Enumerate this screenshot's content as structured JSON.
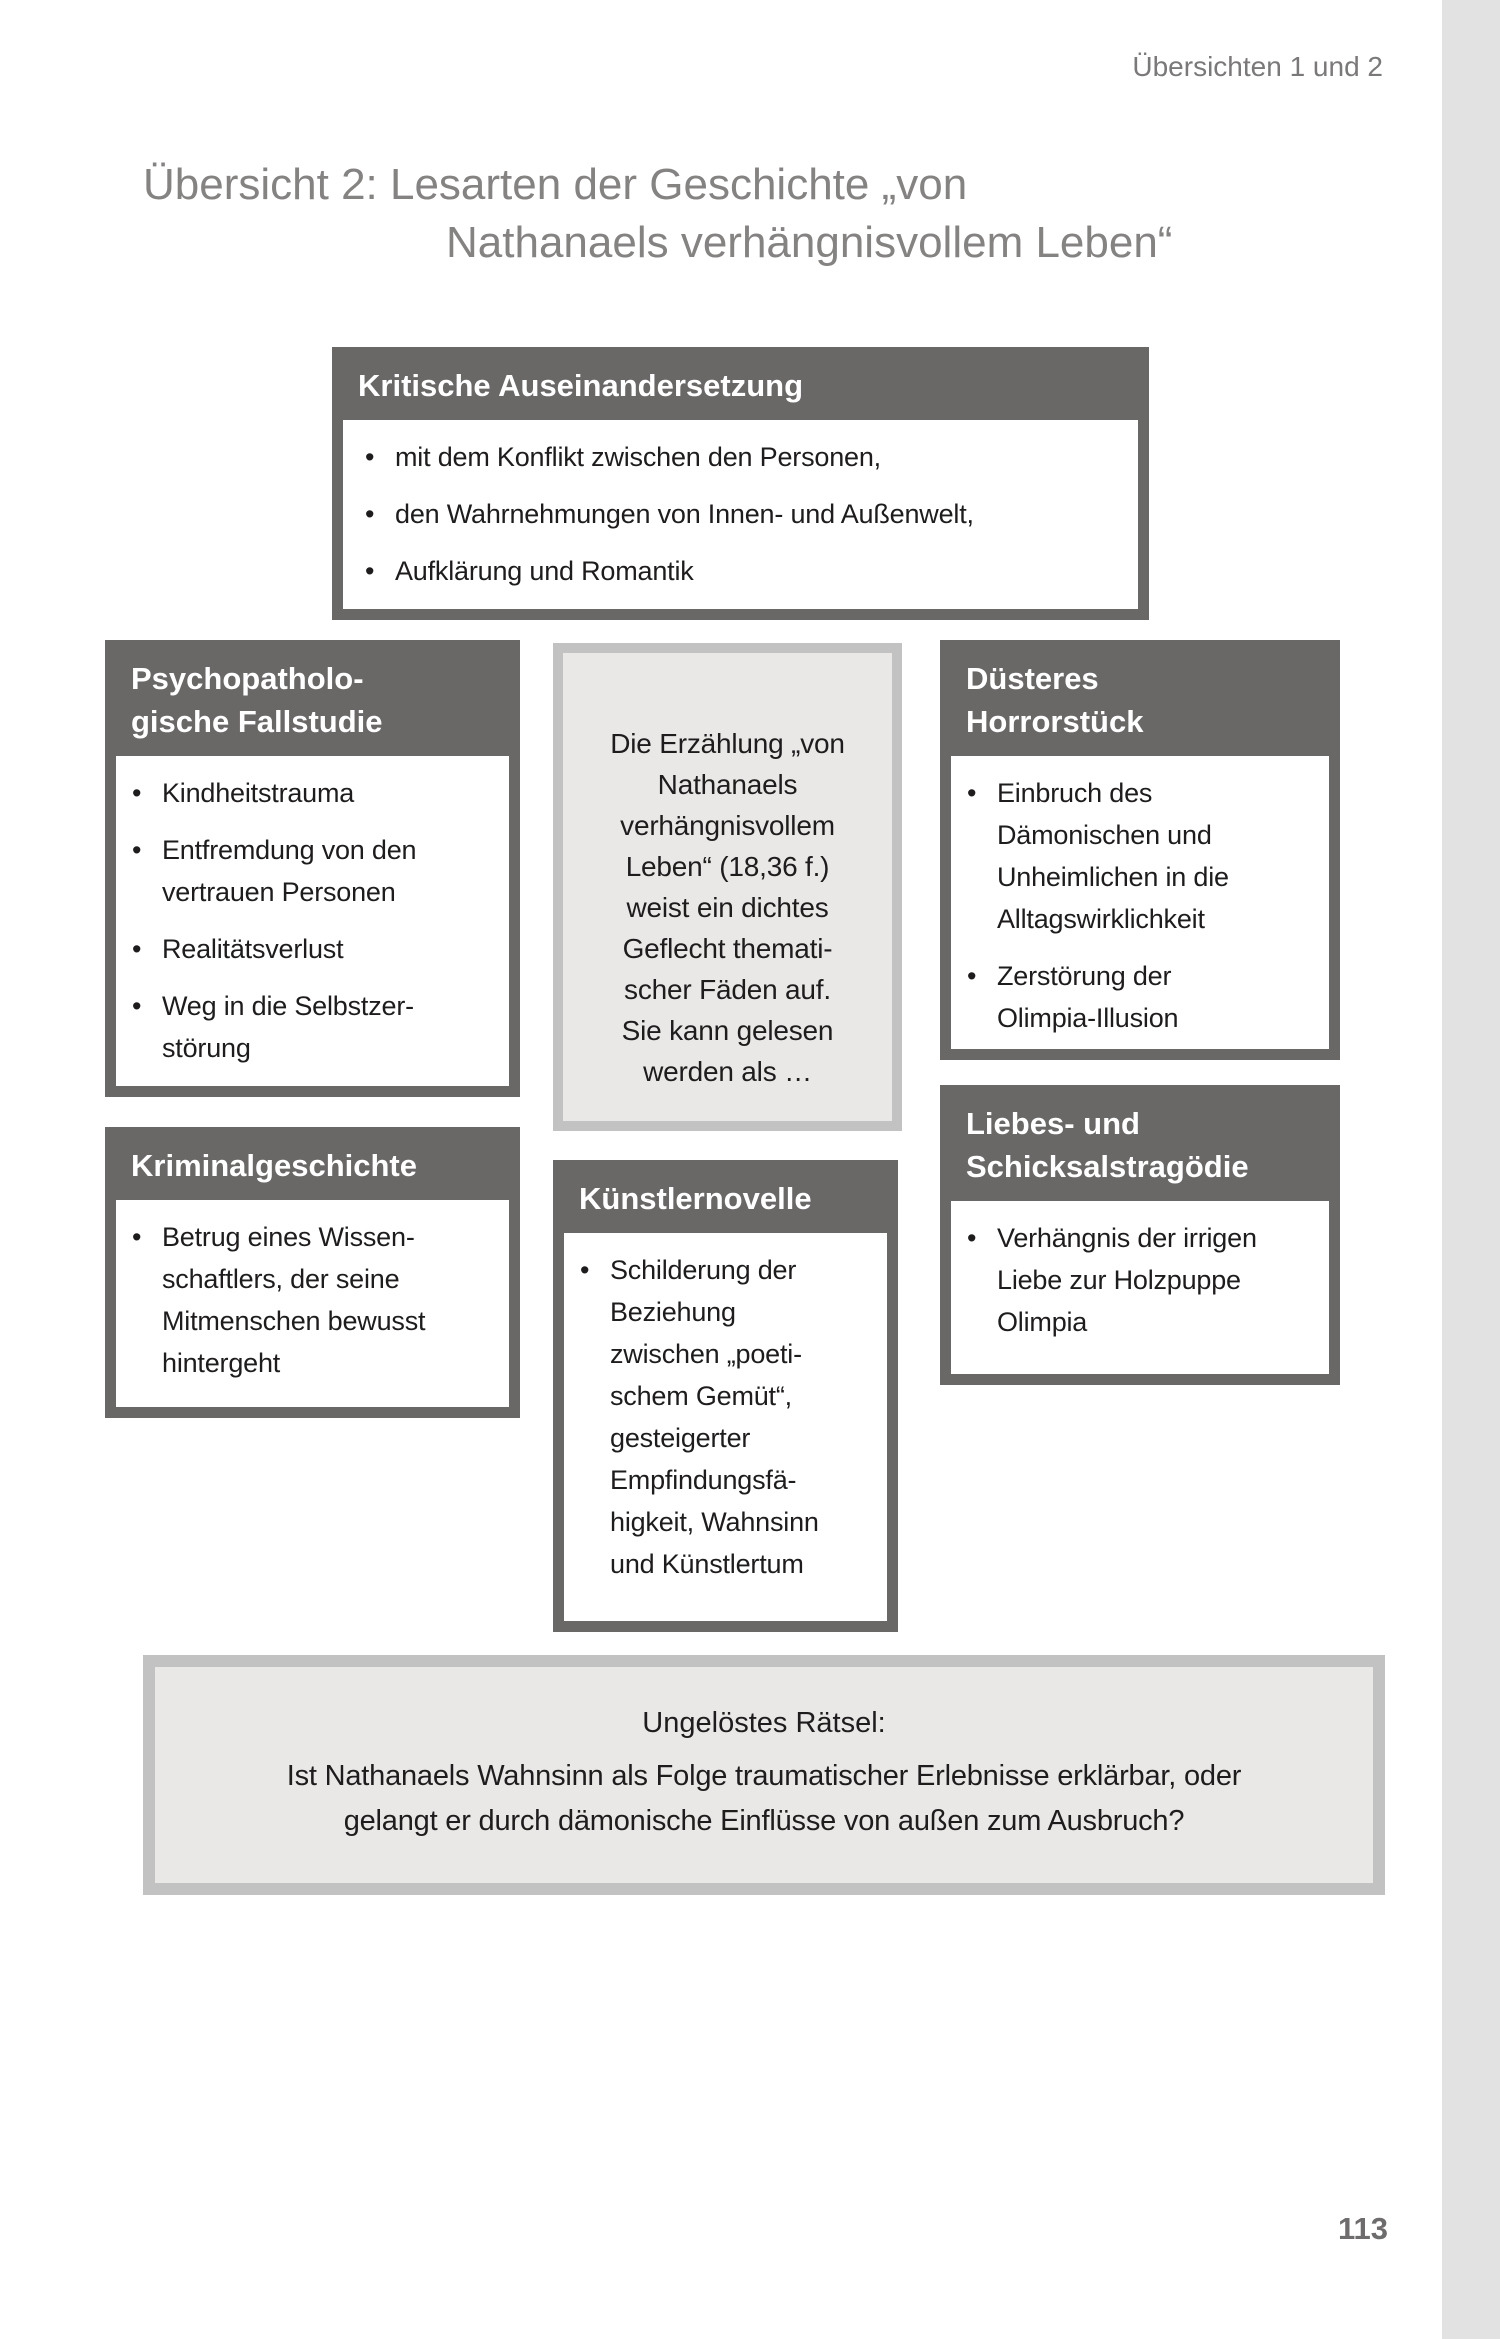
{
  "colors": {
    "box-dark": "#6a6767",
    "note-border": "#c3c2c2",
    "note-fill": "#e9e8e7",
    "side-strip": "#e3e2e2",
    "title-gray": "#858282",
    "runhead-gray": "#7a7878",
    "pagenum-gray": "#6e6c6c",
    "text-black": "#1e1c1c"
  },
  "page": {
    "running_header": "Übersichten 1 und 2",
    "title_line1": "Übersicht 2: Lesarten der Geschichte „von",
    "title_line2": "Nathanaels verhängnisvollem Leben“",
    "page_number": "113"
  },
  "boxes": {
    "kritische_auseinandersetzung": {
      "title": "Kritische Auseinandersetzung",
      "bullets": [
        "mit dem Konflikt zwischen den Personen,",
        "den Wahrnehmungen von Innen- und Außenwelt,",
        "Aufklärung und Romantik"
      ]
    },
    "psychopathologische_fallstudie": {
      "title": "Psychopatholo-\ngische Fallstudie",
      "bullets": [
        "Kindheitstrauma",
        "Entfremdung von den\nvertrauen Personen",
        "Realitätsverlust",
        "Weg in die Selbstzer-\nstörung"
      ]
    },
    "erzaehlung_note": {
      "text": "Die Erzählung „von\nNathanaels\nverhängnisvollem\nLeben“ (18,36 f.)\nweist ein dichtes\nGeflecht themati-\nscher Fäden auf.\nSie kann gelesen\nwerden als …"
    },
    "duesteres_horrorstueck": {
      "title": "Düsteres\nHorrorstück",
      "bullets": [
        "Einbruch des\nDämonischen und\nUnheimlichen in die\nAlltagswirklichkeit",
        "Zerstörung der\nOlimpia-Illusion"
      ]
    },
    "kriminalgeschichte": {
      "title": "Kriminalgeschichte",
      "bullets": [
        "Betrug eines Wissen-\nschaftlers, der seine\nMitmenschen bewusst\nhintergeht"
      ]
    },
    "kuenstlernovelle": {
      "title": "Künstlernovelle",
      "bullets": [
        "Schilderung der\nBeziehung\nzwischen „poeti-\nschem Gemüt“,\ngesteigerter\nEmpfindungsfä-\nhigkeit, Wahnsinn\nund Künstlertum"
      ]
    },
    "liebes_schicksalstragoedie": {
      "title": "Liebes- und\nSchicksalstragödie",
      "bullets": [
        "Verhängnis der irrigen\nLiebe zur Holzpuppe\nOlimpia"
      ]
    },
    "ungeloestes_raetsel": {
      "title": "Ungelöstes Rätsel:",
      "body": "Ist Nathanaels Wahnsinn als Folge traumatischer Erlebnisse erklärbar, oder\ngelangt er durch dämonische Einflüsse von außen zum Ausbruch?"
    }
  }
}
